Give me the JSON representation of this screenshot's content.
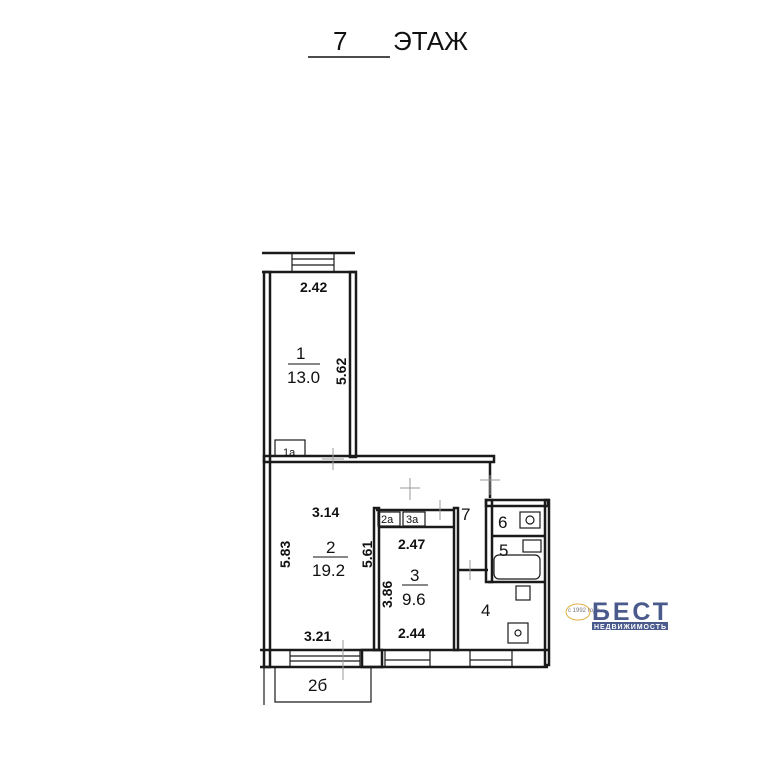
{
  "title": {
    "floor_number": "7",
    "floor_label": "ЭТАЖ"
  },
  "rooms": {
    "r1": {
      "number": "1",
      "area": "13.0",
      "width": "2.42",
      "length": "5.62"
    },
    "r1a": {
      "number": "1а"
    },
    "r2": {
      "number": "2",
      "area": "19.2",
      "width_top": "3.14",
      "width_bottom": "3.21",
      "length_left": "5.83",
      "length_right": "5.61"
    },
    "r2a": {
      "number": "2а"
    },
    "r3a": {
      "number": "3а"
    },
    "r3": {
      "number": "3",
      "area": "9.6",
      "width_top": "2.47",
      "width_bottom": "2.44",
      "length": "3.86"
    },
    "r4": {
      "number": "4"
    },
    "r5": {
      "number": "5"
    },
    "r6": {
      "number": "6"
    },
    "r7": {
      "number": "7"
    },
    "balcony": {
      "number": "2б"
    }
  },
  "logo": {
    "since": "с 1992 года",
    "brand": "БЕСТ",
    "subtitle": "НЕДВИЖИМОСТЬ",
    "color": "#4a5a8c"
  }
}
